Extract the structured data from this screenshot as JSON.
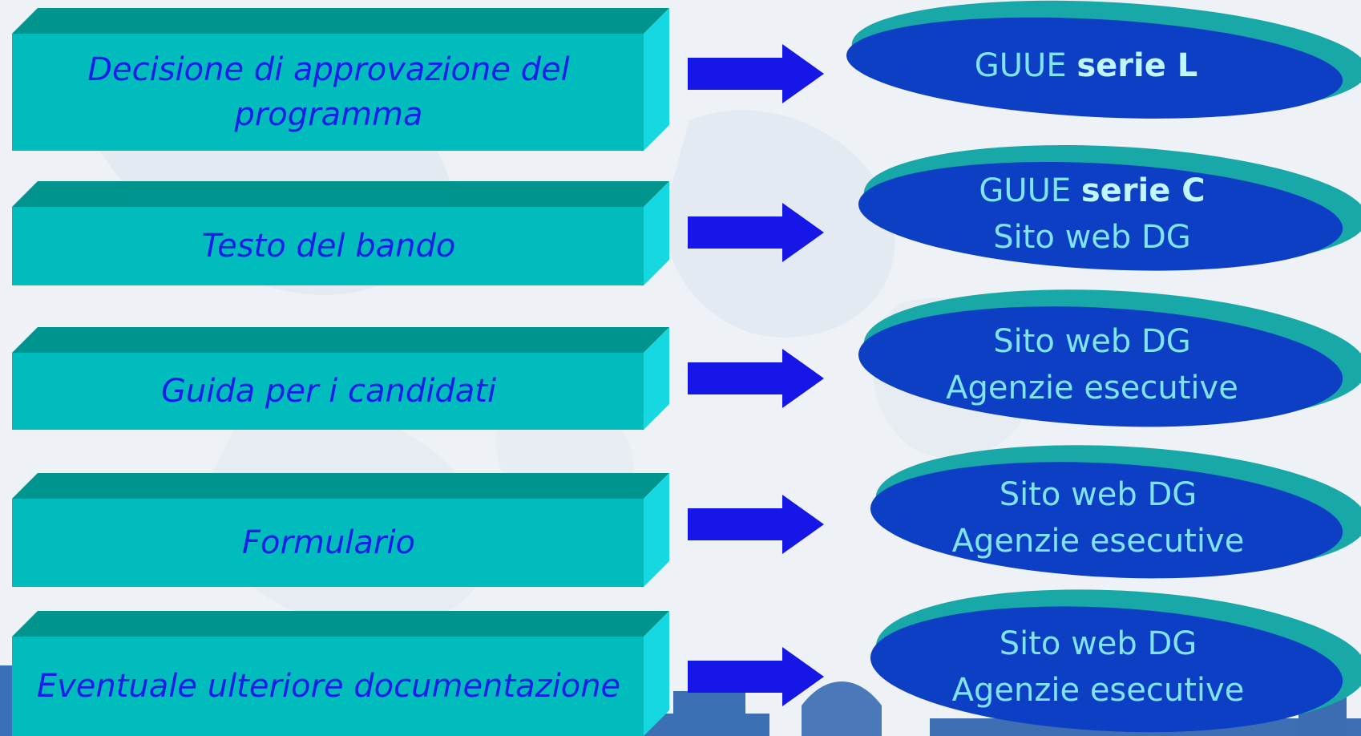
{
  "colors": {
    "box_face": "#00bcbc",
    "box_top": "#00948f",
    "box_side": "#15d8e0",
    "box_text": "#1a1ee8",
    "arrow": "#1616e6",
    "disc_face": "#0d3fc4",
    "disc_rim": "#19a8a8",
    "disc_text": "#7fe3f0"
  },
  "rows": [
    {
      "source": "Decisione di approvazione  del\nprogramma",
      "dest_lines": [
        {
          "plain": "GUUE ",
          "bold": "serie L"
        }
      ]
    },
    {
      "source": "Testo del bando",
      "dest_lines": [
        {
          "plain": "GUUE ",
          "bold": "serie C"
        },
        {
          "plain": "Sito web DG",
          "bold": ""
        }
      ]
    },
    {
      "source": "Guida per i candidati",
      "dest_lines": [
        {
          "plain": "Sito web DG",
          "bold": ""
        },
        {
          "plain": "Agenzie esecutive",
          "bold": ""
        }
      ]
    },
    {
      "source": "Formulario",
      "dest_lines": [
        {
          "plain": "Sito web DG",
          "bold": ""
        },
        {
          "plain": "Agenzie esecutive",
          "bold": ""
        }
      ]
    },
    {
      "source": "Eventuale ulteriore documentazione",
      "dest_lines": [
        {
          "plain": "Sito web DG",
          "bold": ""
        },
        {
          "plain": "Agenzie esecutive",
          "bold": ""
        }
      ]
    }
  ]
}
